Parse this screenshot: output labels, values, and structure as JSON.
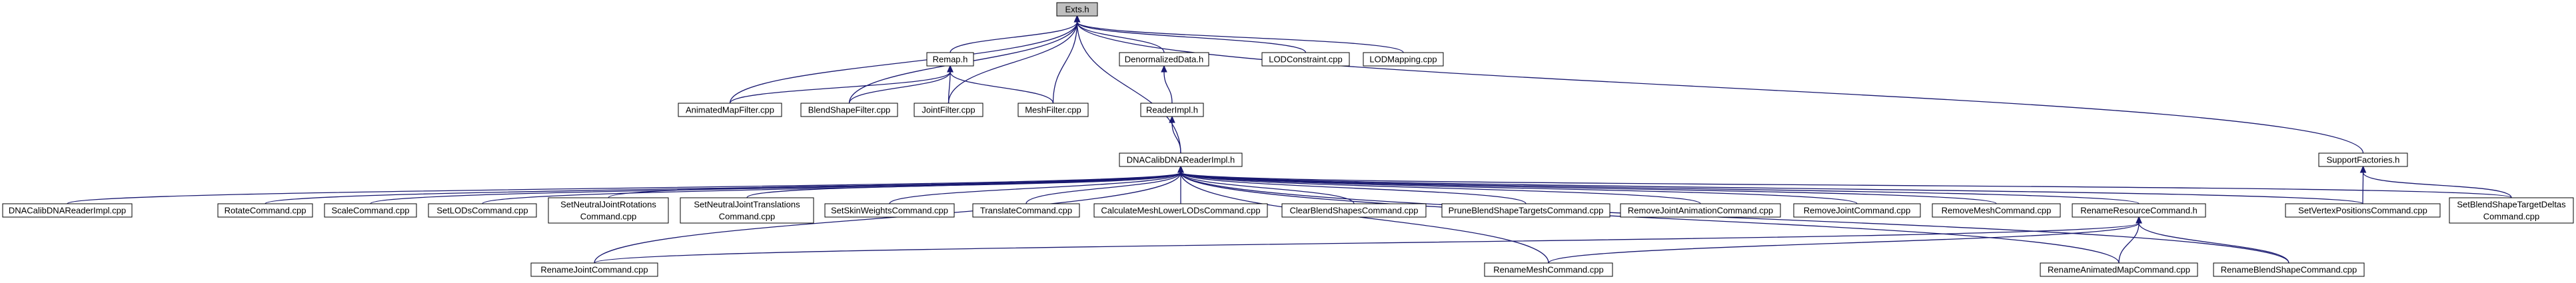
{
  "colors": {
    "edge": "#191970",
    "root_fill": "#bfbfbf",
    "node_fill": "#ffffff",
    "node_border": "#000000",
    "text": "#000000"
  },
  "nodes": {
    "exts": {
      "lines": [
        "Exts.h"
      ]
    },
    "remap": {
      "lines": [
        "Remap.h"
      ]
    },
    "denorm": {
      "lines": [
        "DenormalizedData.h"
      ]
    },
    "lodconstraint": {
      "lines": [
        "LODConstraint.cpp"
      ]
    },
    "lodmapping": {
      "lines": [
        "LODMapping.cpp"
      ]
    },
    "animatedmapfilter": {
      "lines": [
        "AnimatedMapFilter.cpp"
      ]
    },
    "blendshapefilter": {
      "lines": [
        "BlendShapeFilter.cpp"
      ]
    },
    "jointfilter": {
      "lines": [
        "JointFilter.cpp"
      ]
    },
    "meshfilter": {
      "lines": [
        "MeshFilter.cpp"
      ]
    },
    "readerimpl": {
      "lines": [
        "ReaderImpl.h"
      ]
    },
    "dnacalibreaderimpl_h": {
      "lines": [
        "DNACalibDNAReaderImpl.h"
      ]
    },
    "supportfactories": {
      "lines": [
        "SupportFactories.h"
      ]
    },
    "dnacalibreaderimpl_cpp": {
      "lines": [
        "DNACalibDNAReaderImpl.cpp"
      ]
    },
    "rotatecommand": {
      "lines": [
        "RotateCommand.cpp"
      ]
    },
    "scalecommand": {
      "lines": [
        "ScaleCommand.cpp"
      ]
    },
    "setlodscommand": {
      "lines": [
        "SetLODsCommand.cpp"
      ]
    },
    "setneutraljointrotations": {
      "lines": [
        "SetNeutralJointRotations",
        "Command.cpp"
      ]
    },
    "setneutraljointtranslations": {
      "lines": [
        "SetNeutralJointTranslations",
        "Command.cpp"
      ]
    },
    "setskinweights": {
      "lines": [
        "SetSkinWeightsCommand.cpp"
      ]
    },
    "translatecommand": {
      "lines": [
        "TranslateCommand.cpp"
      ]
    },
    "calculatemeshlowerlods": {
      "lines": [
        "CalculateMeshLowerLODsCommand.cpp"
      ]
    },
    "clearblendshapes": {
      "lines": [
        "ClearBlendShapesCommand.cpp"
      ]
    },
    "pruneblendshapetargets": {
      "lines": [
        "PruneBlendShapeTargetsCommand.cpp"
      ]
    },
    "removejointanimation": {
      "lines": [
        "RemoveJointAnimationCommand.cpp"
      ]
    },
    "removejoint": {
      "lines": [
        "RemoveJointCommand.cpp"
      ]
    },
    "removemesh": {
      "lines": [
        "RemoveMeshCommand.cpp"
      ]
    },
    "renameresource": {
      "lines": [
        "RenameResourceCommand.h"
      ]
    },
    "setvertexpositions": {
      "lines": [
        "SetVertexPositionsCommand.cpp"
      ]
    },
    "setblendshapetargetdeltas": {
      "lines": [
        "SetBlendShapeTargetDeltas",
        "Command.cpp"
      ]
    },
    "renamejoint": {
      "lines": [
        "RenameJointCommand.cpp"
      ]
    },
    "renamemesh": {
      "lines": [
        "RenameMeshCommand.cpp"
      ]
    },
    "renameanimatedmap": {
      "lines": [
        "RenameAnimatedMapCommand.cpp"
      ]
    },
    "renameblendshape": {
      "lines": [
        "RenameBlendShapeCommand.cpp"
      ]
    }
  },
  "edges": [
    [
      "remap",
      "exts"
    ],
    [
      "denorm",
      "exts"
    ],
    [
      "lodconstraint",
      "exts"
    ],
    [
      "lodmapping",
      "exts"
    ],
    [
      "animatedmapfilter",
      "exts"
    ],
    [
      "blendshapefilter",
      "exts"
    ],
    [
      "jointfilter",
      "exts"
    ],
    [
      "meshfilter",
      "exts"
    ],
    [
      "dnacalibreaderimpl_h",
      "exts"
    ],
    [
      "supportfactories",
      "exts"
    ],
    [
      "animatedmapfilter",
      "remap"
    ],
    [
      "blendshapefilter",
      "remap"
    ],
    [
      "jointfilter",
      "remap"
    ],
    [
      "meshfilter",
      "remap"
    ],
    [
      "readerimpl",
      "denorm"
    ],
    [
      "dnacalibreaderimpl_h",
      "readerimpl"
    ],
    [
      "dnacalibreaderimpl_cpp",
      "dnacalibreaderimpl_h"
    ],
    [
      "rotatecommand",
      "dnacalibreaderimpl_h"
    ],
    [
      "scalecommand",
      "dnacalibreaderimpl_h"
    ],
    [
      "setlodscommand",
      "dnacalibreaderimpl_h"
    ],
    [
      "setneutraljointrotations",
      "dnacalibreaderimpl_h"
    ],
    [
      "setneutraljointtranslations",
      "dnacalibreaderimpl_h"
    ],
    [
      "setskinweights",
      "dnacalibreaderimpl_h"
    ],
    [
      "translatecommand",
      "dnacalibreaderimpl_h"
    ],
    [
      "calculatemeshlowerlods",
      "dnacalibreaderimpl_h"
    ],
    [
      "clearblendshapes",
      "dnacalibreaderimpl_h"
    ],
    [
      "pruneblendshapetargets",
      "dnacalibreaderimpl_h"
    ],
    [
      "removejointanimation",
      "dnacalibreaderimpl_h"
    ],
    [
      "removejoint",
      "dnacalibreaderimpl_h"
    ],
    [
      "removemesh",
      "dnacalibreaderimpl_h"
    ],
    [
      "renameresource",
      "dnacalibreaderimpl_h"
    ],
    [
      "setvertexpositions",
      "dnacalibreaderimpl_h"
    ],
    [
      "setblendshapetargetdeltas",
      "dnacalibreaderimpl_h"
    ],
    [
      "renamejoint",
      "dnacalibreaderimpl_h"
    ],
    [
      "renamemesh",
      "dnacalibreaderimpl_h"
    ],
    [
      "renameanimatedmap",
      "dnacalibreaderimpl_h"
    ],
    [
      "renameblendshape",
      "dnacalibreaderimpl_h"
    ],
    [
      "setvertexpositions",
      "supportfactories"
    ],
    [
      "setblendshapetargetdeltas",
      "supportfactories"
    ],
    [
      "renamejoint",
      "renameresource"
    ],
    [
      "renamemesh",
      "renameresource"
    ],
    [
      "renameanimatedmap",
      "renameresource"
    ],
    [
      "renameblendshape",
      "renameresource"
    ]
  ]
}
